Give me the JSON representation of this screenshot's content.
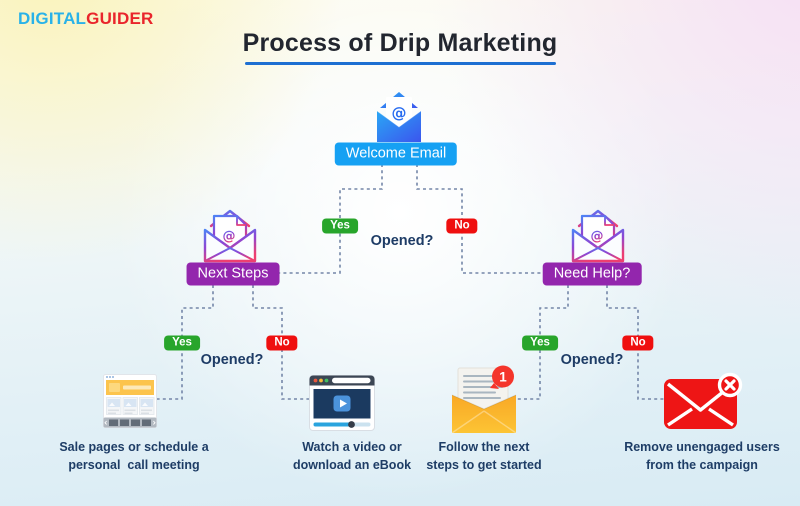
{
  "logo": {
    "blue_text": "DIGITAL",
    "red_text": "GUIDER"
  },
  "header": {
    "title": "Process of Drip Marketing"
  },
  "flowchart": {
    "root": {
      "label": "Welcome Email",
      "icon": "blue-open-envelope-at-icon"
    },
    "decisions": [
      {
        "question": "Opened?",
        "yes_label": "Yes",
        "no_label": "No"
      },
      {
        "question": "Opened?",
        "yes_label": "Yes",
        "no_label": "No"
      },
      {
        "question": "Opened?",
        "yes_label": "Yes",
        "no_label": "No"
      }
    ],
    "branches": [
      {
        "label": "Next Steps",
        "icon": "gradient-open-envelope-at-icon"
      },
      {
        "label": "Need Help?",
        "icon": "gradient-open-envelope-at-icon"
      }
    ],
    "outcomes": [
      {
        "icon": "webpage-icon",
        "caption_line1": "Sale pages or schedule a",
        "caption_line2": "personal  call meeting"
      },
      {
        "icon": "video-player-icon",
        "caption_line1": "Watch a video or",
        "caption_line2": "download an eBook"
      },
      {
        "icon": "open-mail-notification-icon",
        "badge_count": "1",
        "caption_line1": "Follow the next",
        "caption_line2": "steps to get started"
      },
      {
        "icon": "blocked-mail-icon",
        "caption_line1": "Remove unengaged users",
        "caption_line2": "from the campaign"
      }
    ]
  },
  "colors": {
    "yes_green": "#28a52b",
    "no_red": "#ef0f0f",
    "root_badge_blue": "#16a1f3",
    "branch_badge_purple": "#9326ad",
    "connector_gray": "#7486a8",
    "title_underline_blue": "#1d6fd2",
    "text_navy": "#1e3c66",
    "logo_blue": "#29b2e8",
    "logo_red": "#e9252b"
  }
}
